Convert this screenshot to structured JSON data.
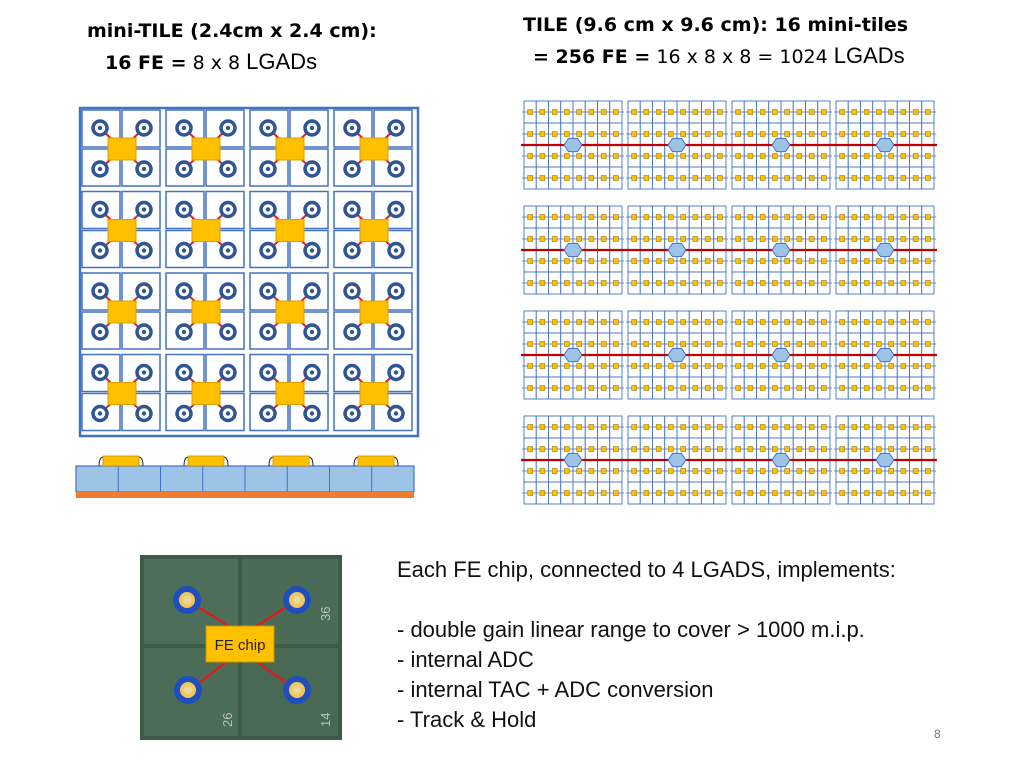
{
  "mini_tile": {
    "title_bold": "mini-TILE (2.4cm x 2.4 cm):",
    "fe_bold": "16 FE =",
    "fe_formula": " 8 x 8 ",
    "fe_unit": "LGADs",
    "grid_rows": 4,
    "grid_cols": 4
  },
  "tile": {
    "title_bold": "TILE (9.6 cm x 9.6 cm):   16 mini-tiles",
    "fe_bold": "= 256 FE =",
    "fe_formula": " 16 x 8 x 8 = 1024 ",
    "fe_unit": "LGADs",
    "grid_rows": 4,
    "grid_cols": 4
  },
  "photo": {
    "chip_label": "FE chip",
    "marking_top": "36",
    "marking_bl": "26",
    "marking_br": "14"
  },
  "description": {
    "intro": "Each FE chip, connected to 4 LGADS, implements:",
    "items": [
      "- double gain linear range to cover > 1000 m.i.p.",
      "- internal ADC",
      "- internal TAC + ADC conversion",
      "- Track & Hold"
    ]
  },
  "page_number": "8",
  "colors": {
    "pad_blue": "#2f5597",
    "cell_border": "#4472c4",
    "chip_yellow": "#ffc000",
    "wire_red": "#e02020",
    "substrate_blue": "#9dc3e6",
    "pcb_orange": "#ed7d31",
    "hex_blue": "#9dc3e6",
    "bus_red": "#c00000",
    "photo_green": "#4a6b55"
  }
}
